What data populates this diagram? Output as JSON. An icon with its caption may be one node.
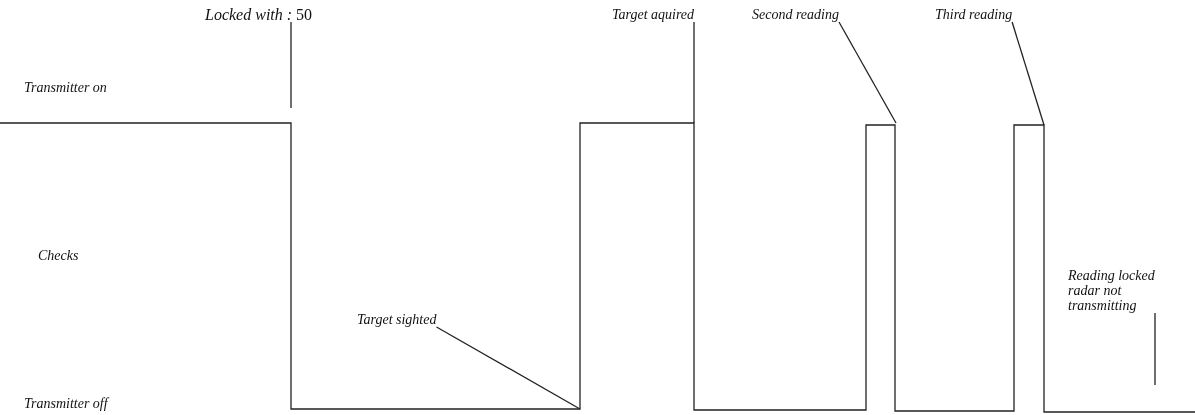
{
  "diagram": {
    "nodes": [
      {
        "text": [
          "*Locked with :* 50"
        ]
      },
      {
        "text": [
          "Target aquired"
        ]
      },
      {
        "text": [
          "Second reading"
        ]
      },
      {
        "text": [
          "Third reading"
        ]
      },
      {
        "text": [
          "Target sighted"
        ]
      },
      {
        "text": [
          "Reading locked radar not transmitting"
        ]
      }
    ],
    "edges": [
      {
        "from": 0,
        "to": null,
        "arrow": "none"
      },
      {
        "from": 1,
        "to": null,
        "arrow": "none"
      },
      {
        "from": 2,
        "to": null,
        "arrow": "none"
      },
      {
        "from": 3,
        "to": null,
        "arrow": "none"
      },
      {
        "from": 4,
        "to": null,
        "arrow": "none"
      },
      {
        "from": 5,
        "to": null,
        "arrow": "none"
      }
    ],
    "labels": [
      "Transmitter on",
      "Checks",
      "Transmitter off"
    ]
  }
}
